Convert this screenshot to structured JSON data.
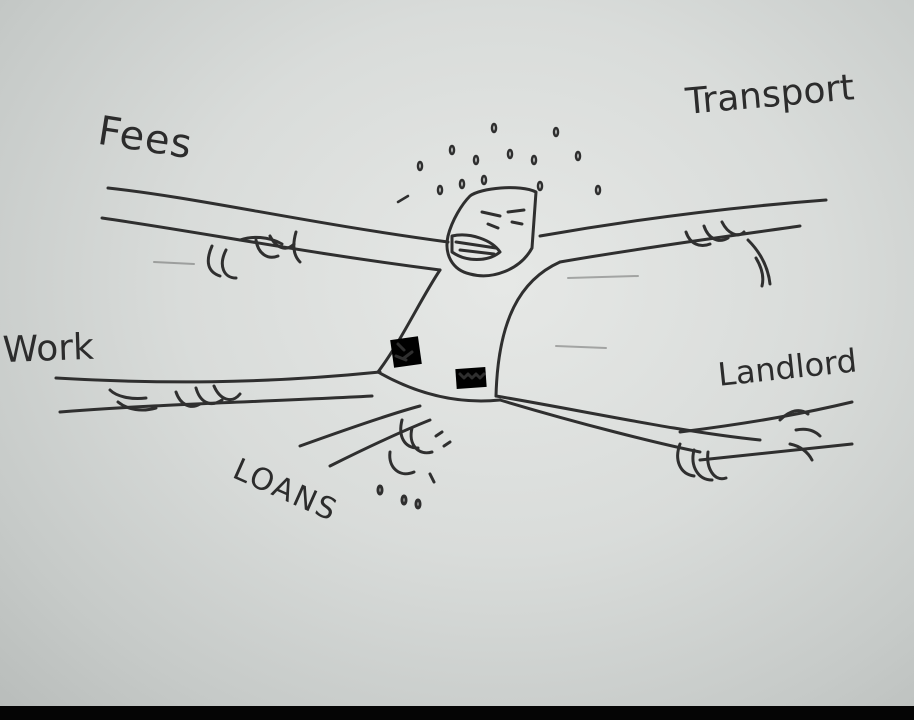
{
  "drawing": {
    "labels": {
      "fees": "Fees",
      "transport": "Transport",
      "work": "Work",
      "landlord": "Landlord",
      "loans": "LOANS"
    }
  },
  "colors": {
    "paper": "#d9dcda",
    "pencil": "#2f2f2f",
    "frame": "#0b0b0b"
  }
}
